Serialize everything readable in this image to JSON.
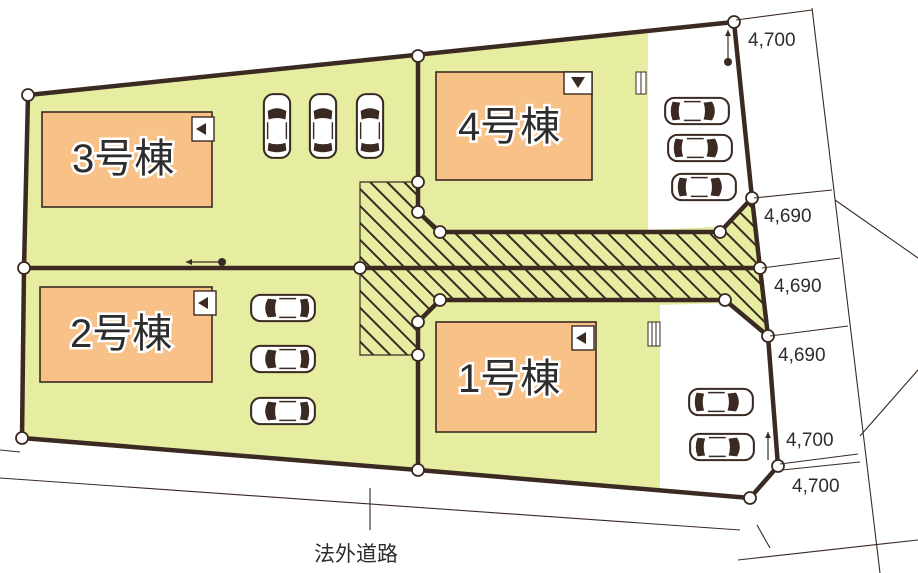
{
  "houses": [
    {
      "label": "3号棟",
      "entry_arrow": "left"
    },
    {
      "label": "4号棟",
      "entry_arrow": "down"
    },
    {
      "label": "2号棟",
      "entry_arrow": "left"
    },
    {
      "label": "1号棟",
      "entry_arrow": "left"
    }
  ],
  "dimensions": [
    "4,700",
    "4,690",
    "4,690",
    "4,690",
    "4,700",
    "4,700"
  ],
  "road_label": "法外道路",
  "icons": {
    "car": "car-icon",
    "entry_arrow": "door-arrow-icon",
    "meter": "meter-icon"
  },
  "colors": {
    "lot": "#e6eda0",
    "house": "#f7c188",
    "boundary": "#3a2a22",
    "hatch": "#3a2a22"
  }
}
